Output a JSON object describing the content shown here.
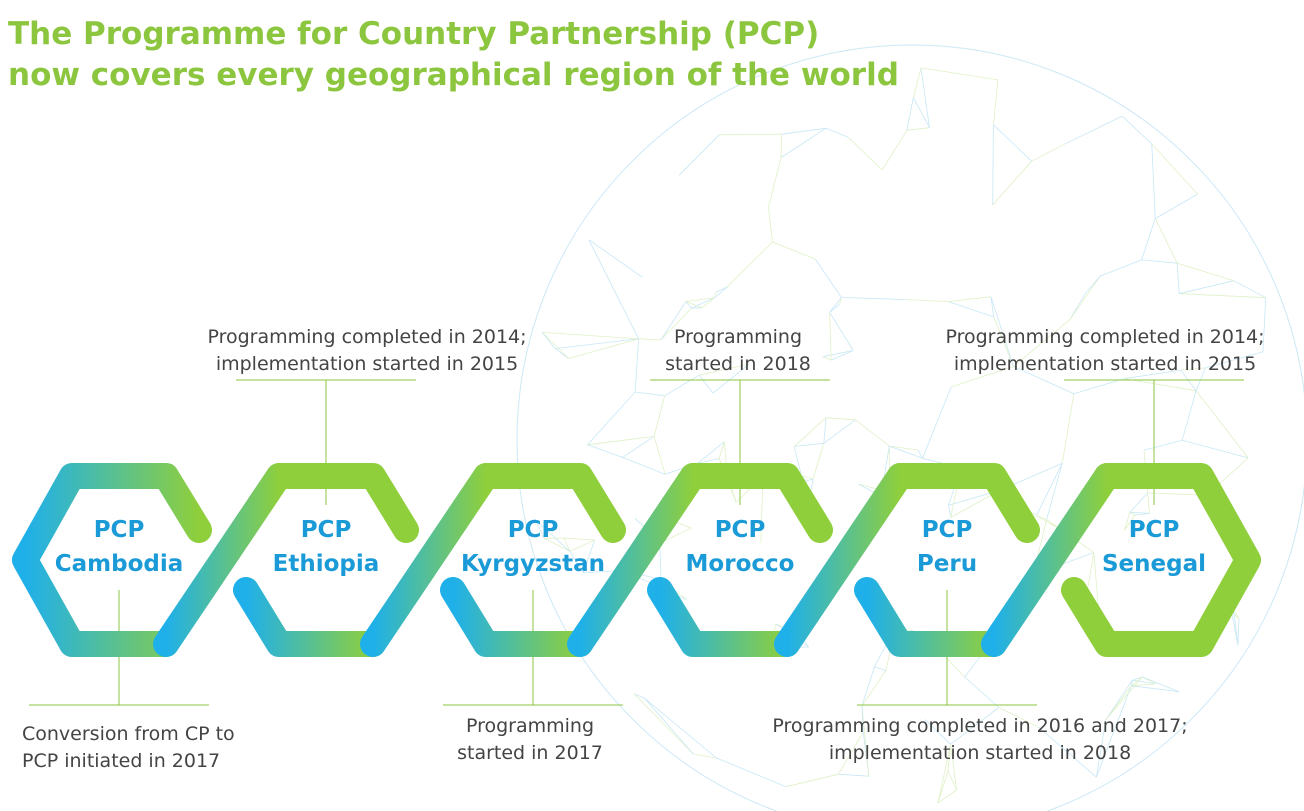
{
  "title": {
    "line1": "The Programme for Country Partnership (PCP)",
    "line2": "now covers every geographical region of the world"
  },
  "colors": {
    "title": "#8cc63f",
    "blue": "#1fb0ea",
    "green": "#8fcf3c",
    "label": "#1a9ad6",
    "note_text": "#444444",
    "connector": "#8cc63f",
    "mesh_blue": "#9ad4ee",
    "mesh_green": "#c6e59a"
  },
  "countries": [
    {
      "prefix": "PCP",
      "name": "Cambodia"
    },
    {
      "prefix": "PCP",
      "name": "Ethiopia"
    },
    {
      "prefix": "PCP",
      "name": "Kyrgyzstan"
    },
    {
      "prefix": "PCP",
      "name": "Morocco"
    },
    {
      "prefix": "PCP",
      "name": "Peru"
    },
    {
      "prefix": "PCP",
      "name": "Senegal"
    }
  ],
  "notes": {
    "cambodia": {
      "line1": "Conversion from CP to",
      "line2": "PCP initiated in 2017"
    },
    "ethiopia": {
      "line1": "Programming completed in 2014;",
      "line2": "implementation started in 2015"
    },
    "kyrgyzstan": {
      "line1": "Programming",
      "line2": "started in 2017"
    },
    "morocco": {
      "line1": "Programming",
      "line2": "started in 2018"
    },
    "peru": {
      "line1": "Programming completed in 2016 and 2017;",
      "line2": "implementation started in 2018"
    },
    "senegal": {
      "line1": "Programming completed in 2014;",
      "line2": "implementation started in 2015"
    }
  }
}
